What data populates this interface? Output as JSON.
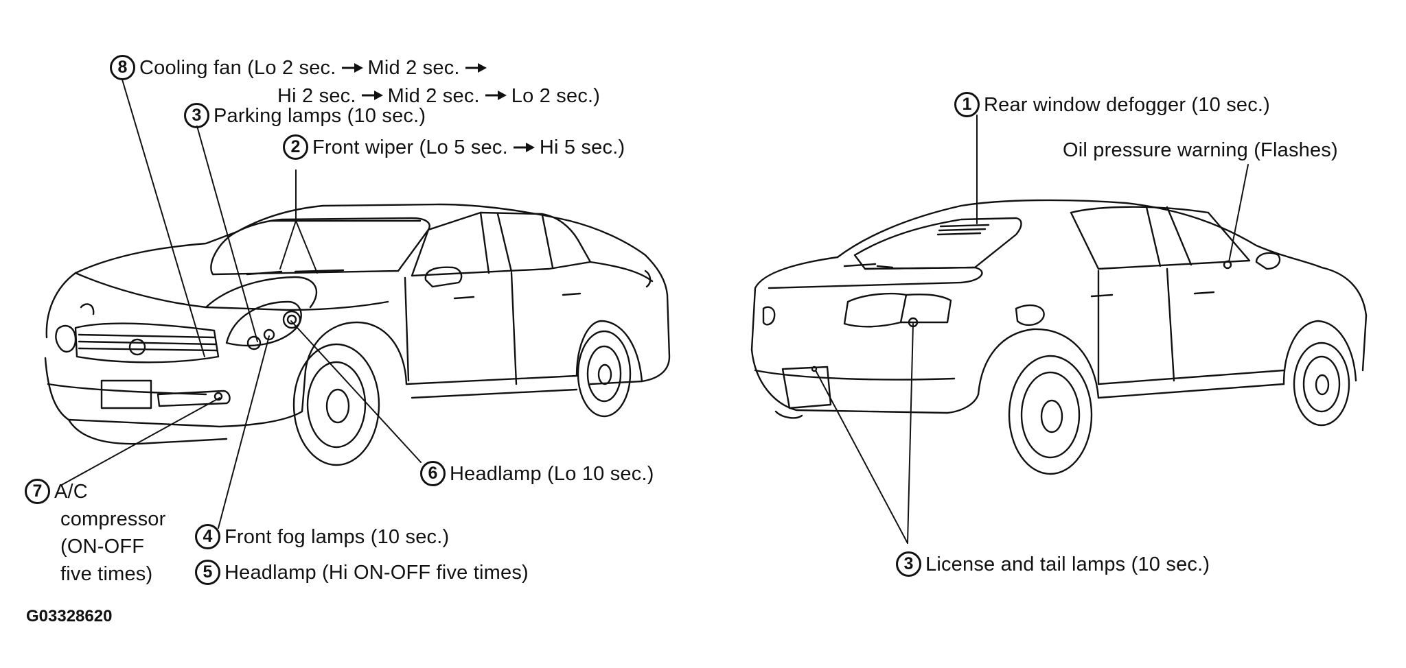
{
  "figure_code": "G03328620",
  "callouts": {
    "cooling_fan": {
      "num": "8",
      "line1": "Cooling fan (Lo 2 sec.",
      "mid": "Mid 2 sec.",
      "line2a": "Hi 2 sec.",
      "line2b": "Mid 2 sec.",
      "line2c": "Lo 2 sec.)"
    },
    "parking_lamps": {
      "num": "3",
      "text": "Parking lamps (10 sec.)"
    },
    "front_wiper": {
      "num": "2",
      "text_a": "Front wiper (Lo 5 sec.",
      "text_b": "Hi 5 sec.)"
    },
    "rear_defogger": {
      "num": "1",
      "text": "Rear window defogger (10 sec.)"
    },
    "oil_pressure": {
      "text": "Oil pressure warning (Flashes)"
    },
    "headlamp_lo": {
      "num": "6",
      "text": "Headlamp (Lo 10 sec.)"
    },
    "ac_compressor": {
      "num": "7",
      "line1": "A/C",
      "line2": "compressor",
      "line3": "(ON-OFF",
      "line4": "five times)"
    },
    "front_fog": {
      "num": "4",
      "text": "Front fog lamps (10 sec.)"
    },
    "headlamp_hi": {
      "num": "5",
      "text": "Headlamp (Hi ON-OFF five times)"
    },
    "license_tail": {
      "num": "3",
      "text": "License and tail lamps (10 sec.)"
    }
  },
  "colors": {
    "ink": "#111111",
    "background": "#ffffff"
  }
}
